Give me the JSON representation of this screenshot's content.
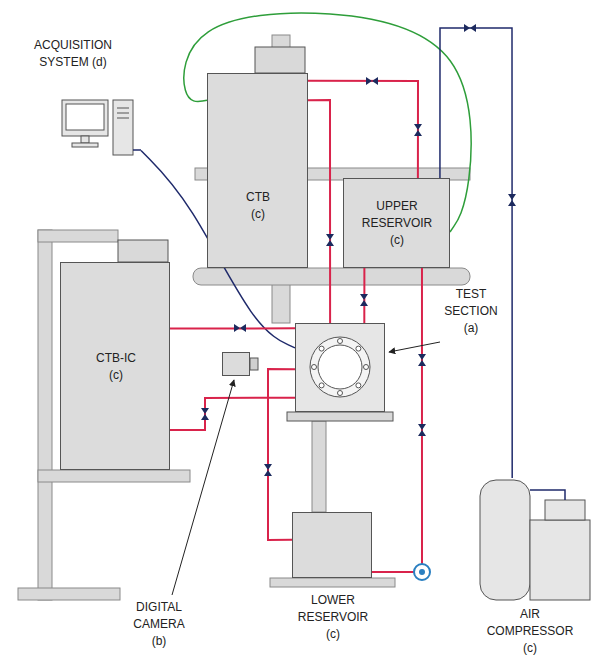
{
  "diagram": {
    "nodes": [
      {
        "text": [
          "ACQUISITION SYSTEM (d)"
        ]
      },
      {
        "text": [
          "CTB (c)"
        ]
      },
      {
        "text": [
          "UPPER RESERVOIR (c)"
        ]
      },
      {
        "text": [
          "TEST SECTION (a)"
        ]
      },
      {
        "text": [
          "CTB-IC (c)"
        ]
      },
      {
        "text": [
          "DIGITAL CAMERA (b)"
        ]
      },
      {
        "text": [
          "LOWER RESERVOIR (c)"
        ]
      },
      {
        "text": [
          "AIR COMPRESSOR (c)"
        ]
      }
    ],
    "edges": [
      {
        "from": 0,
        "to": 3,
        "arrow": "none"
      },
      {
        "from": 1,
        "to": 2,
        "arrow": "none"
      },
      {
        "from": 1,
        "to": 2,
        "arrow": "none"
      },
      {
        "from": 7,
        "to": 2,
        "arrow": "none"
      },
      {
        "from": 6,
        "to": 2,
        "arrow": "none"
      },
      {
        "from": 2,
        "to": 3,
        "arrow": "none"
      },
      {
        "from": 1,
        "to": 3,
        "arrow": "none"
      },
      {
        "from": 4,
        "to": 3,
        "arrow": "none"
      },
      {
        "from": 3,
        "to": 4,
        "arrow": "none"
      },
      {
        "from": 3,
        "to": 6,
        "arrow": "none"
      }
    ]
  }
}
